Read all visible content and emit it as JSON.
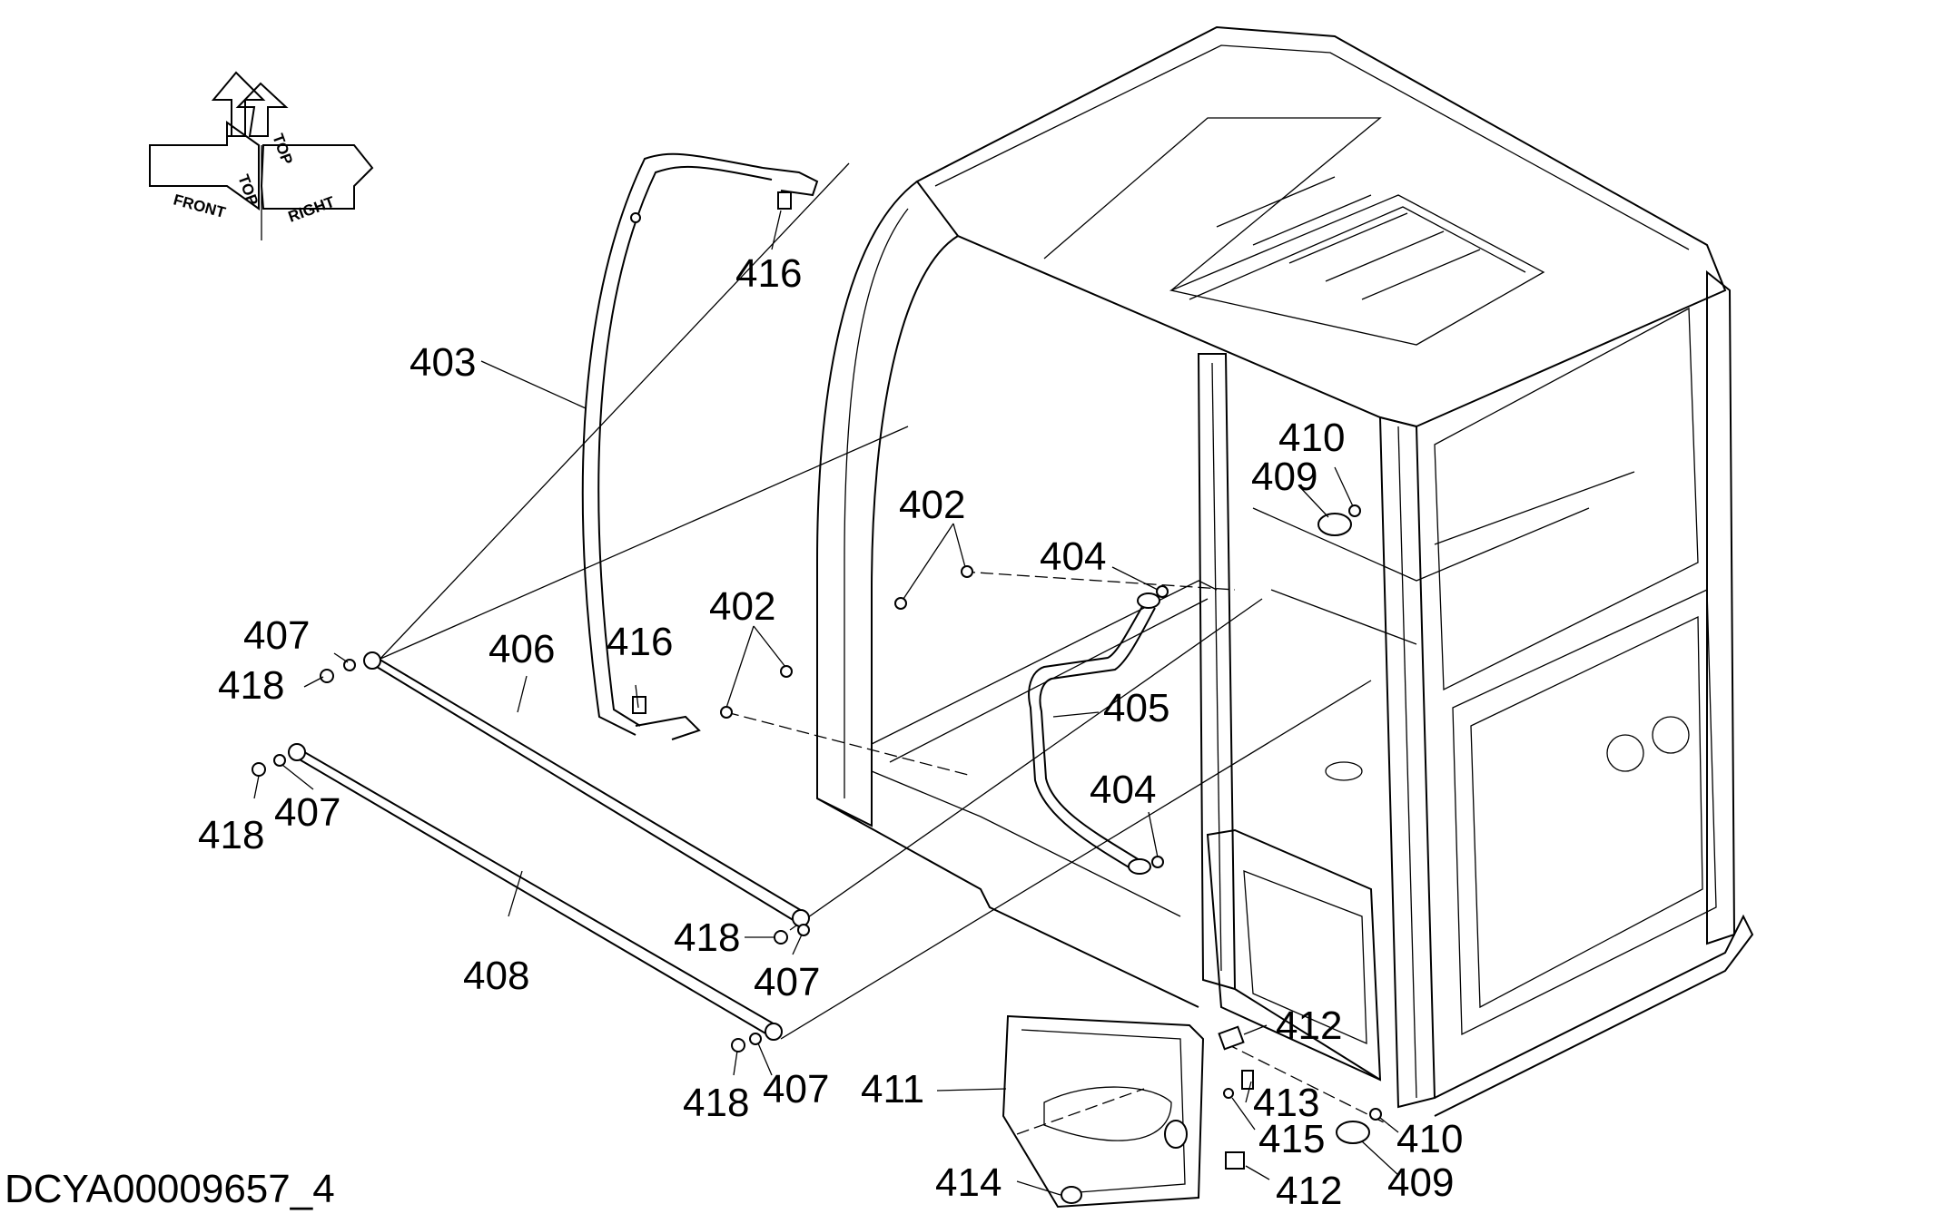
{
  "document_code": "DCYA00009657_4",
  "compass": {
    "front": "FRONT",
    "top_left": "TOP",
    "top_right": "TOP",
    "right": "RIGHT"
  },
  "callouts": {
    "c403": "403",
    "c416_top": "416",
    "c416_mid": "416",
    "c402_upper": "402",
    "c402_lower": "402",
    "c404_upper": "404",
    "c404_lower": "404",
    "c405": "405",
    "c406": "406",
    "c407_upper": "407",
    "c418_upper": "418",
    "c407_left": "407",
    "c418_left": "418",
    "c408": "408",
    "c418_mid": "418",
    "c407_mid": "407",
    "c418_bottom": "418",
    "c407_bottom": "407",
    "c410_upper": "410",
    "c409_upper": "409",
    "c411": "411",
    "c412_upper": "412",
    "c413": "413",
    "c415": "415",
    "c410_lower": "410",
    "c409_lower": "409",
    "c414": "414",
    "c412_lower": "412"
  }
}
